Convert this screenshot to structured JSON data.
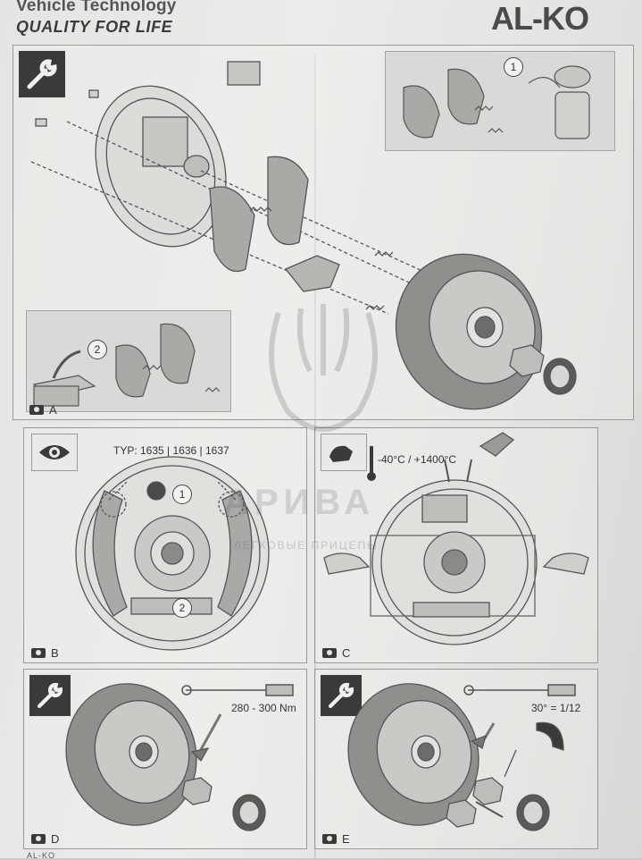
{
  "header": {
    "brand_line": "Vehicle Technology",
    "tagline": "QUALITY FOR LIFE",
    "logo": "AL-KO"
  },
  "panels": {
    "A": {
      "label": "A",
      "callouts": [
        "1",
        "2"
      ],
      "icon": "wrench-icon"
    },
    "B": {
      "label": "B",
      "type_line": "TYP: 1635 | 1636 | 1637",
      "callouts": [
        "1",
        "2"
      ],
      "icon": "eye-icon"
    },
    "C": {
      "label": "C",
      "temperature": "-40°C / +1400°C",
      "icon": "glove-thermometer-icon"
    },
    "D": {
      "label": "D",
      "torque": "280 - 300 Nm",
      "icon": "wrench-icon"
    },
    "E": {
      "label": "E",
      "angle": "30° = 1/12",
      "icon": "wrench-icon"
    }
  },
  "watermark": {
    "title": "АРИВА",
    "subtitle": "ЛЕГКОВЫЕ ПРИЦЕПЫ"
  },
  "footer": {
    "text": "AL-KO"
  }
}
